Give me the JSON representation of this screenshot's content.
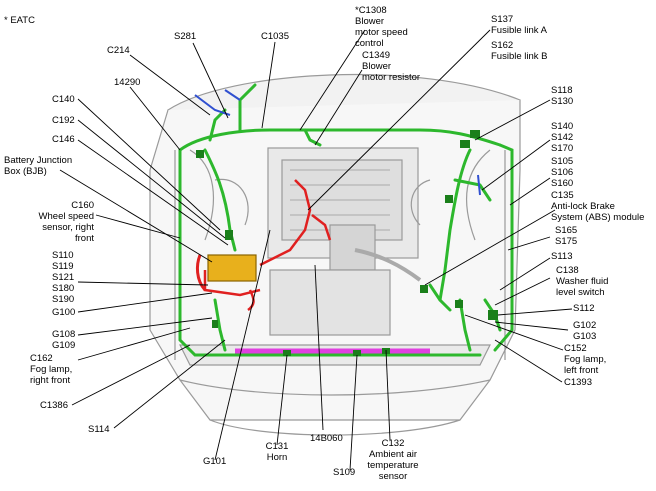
{
  "note": "* EATC",
  "labels": {
    "s281": "S281",
    "c214": "C214",
    "c1035": "C1035",
    "c1308": "*C1308\nBlower\nmotor speed\ncontrol",
    "c1349": "C1349\nBlower\nmotor resistor",
    "s137": "S137\nFusible link A",
    "s162": "S162\nFusible link B",
    "l14290": "14290",
    "c140": "C140",
    "c192": "C192",
    "c146": "C146",
    "bjb": "Battery Junction\nBox (BJB)",
    "c160": "C160\nWheel speed\nsensor, right\nfront",
    "s110_group": "S110\nS119\nS121\nS180\nS190",
    "g100": "G100",
    "g108": "G108\nG109",
    "c162": "C162\nFog lamp,\nright front",
    "c1386": "C1386",
    "s114": "S114",
    "g101": "G101",
    "c131": "C131\nHorn",
    "s109": "S109",
    "l14b060": "14B060",
    "c132": "C132\nAmbient air\ntemperature\nsensor",
    "s118": "S118\nS130",
    "s140": "S140\nS142\nS170",
    "s105": "S105\nS106\nS160",
    "c135": "C135\nAnti-lock Brake\nSystem (ABS) module",
    "s165": "S165\nS175",
    "s113": "S113",
    "c138": "C138\nWasher fluid\nlevel switch",
    "s112": "S112",
    "g102": "G102\nG103",
    "c152": "C152\nFog lamp,\nleft front",
    "c1393": "C1393"
  },
  "colors": {
    "harness": "#2db82d",
    "harness_dark": "#1a7f1a",
    "bjb_box": "#e8b01c",
    "red_wire": "#e02020",
    "magenta": "#e040e0",
    "blue_wire": "#3050d0",
    "body_line": "#9a9a9a",
    "leader": "#000000"
  }
}
